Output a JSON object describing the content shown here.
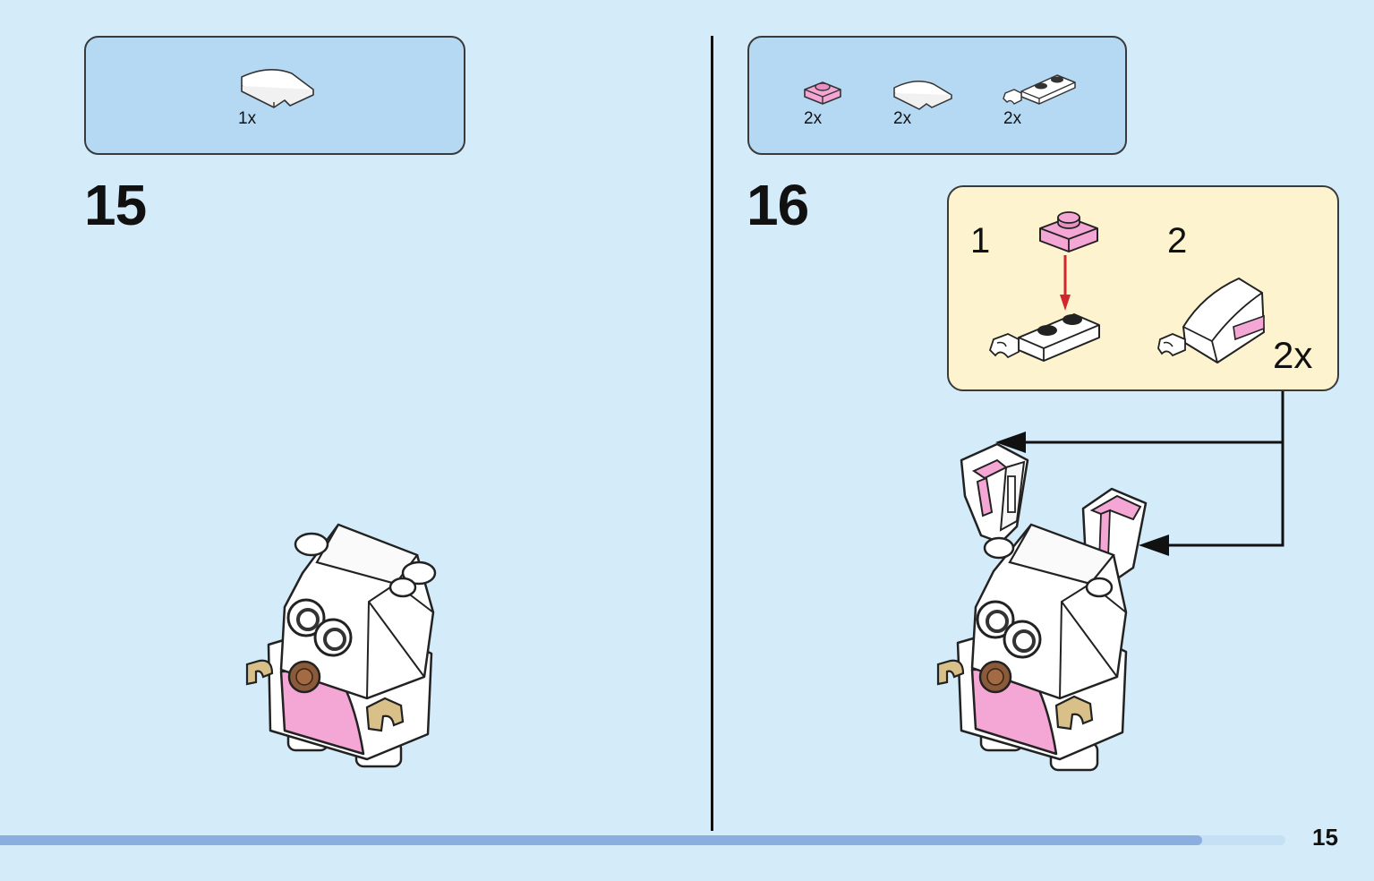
{
  "left_page": {
    "parts": [
      {
        "qty": "1x",
        "icon": "white-curved-slope-icon"
      }
    ],
    "step_number": "15",
    "model_icon": "bunny-body-model-icon"
  },
  "right_page": {
    "parts": [
      {
        "qty": "2x",
        "icon": "pink-plate-1x1-icon"
      },
      {
        "qty": "2x",
        "icon": "white-curved-slope-icon"
      },
      {
        "qty": "2x",
        "icon": "white-clip-plate-icon"
      }
    ],
    "step_number": "16",
    "callout": {
      "substep_1": "1",
      "substep_2": "2",
      "multiplier": "2x"
    },
    "model_icon": "bunny-with-ears-model-icon"
  },
  "footer": {
    "page_number": "15",
    "progress": 0.935
  },
  "colors": {
    "page_background": "#d4ebf9",
    "parts_box": "#b6d9f3",
    "callout_box": "#fdf4cf",
    "pink_brick": "#f4a6d4",
    "tan_clip": "#d8c088",
    "brown_nose": "#8a5a3a",
    "progress_bar": "#8aaedd",
    "arrow_red": "#d3262c"
  }
}
